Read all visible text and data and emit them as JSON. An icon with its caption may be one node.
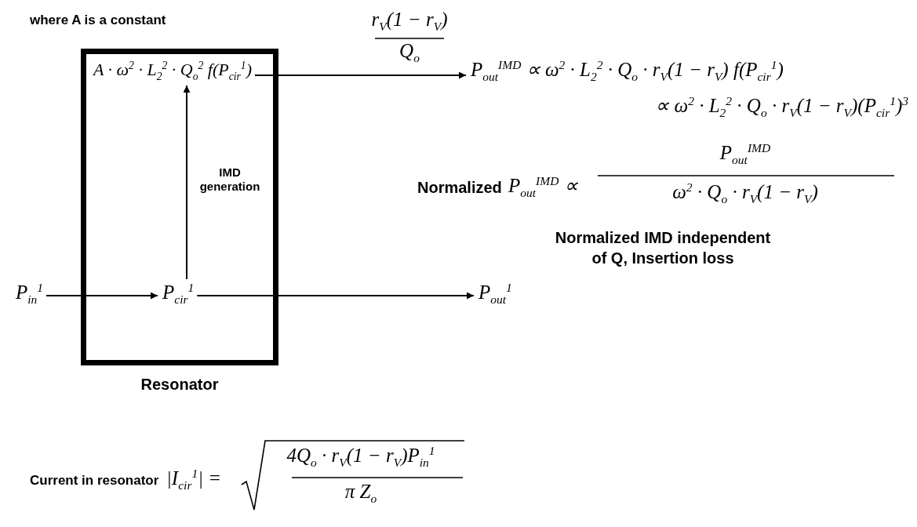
{
  "diagram": {
    "nodes": [
      {
        "text": [
          "Resonator"
        ]
      },
      {
        "text": [
          "A · ω$^{2}$ · L$_{2}$$^{2}$ · Q$_{o}$$^{2}$ f(P$_{cir}$$^{1}$)"
        ],
        "in": 0
      },
      {
        "text": [
          "P$_{cir}$$^{1}$"
        ],
        "in": 0
      },
      {
        "text": [
          "P$_{in}$$^{1}$"
        ]
      },
      {
        "text": [
          "P$_{out}$$^{IMD}$ ∝ ω$^{2}$ · L$_{2}$$^{2}$ · Q$_{o}$ · r$_{V}$(1 − r$_{V}$) f(P$_{cir}$$^{1}$)",
          "∝ ω$^{2}$ · L$_{2}$$^{2}$ · Q$_{o}$ · r$_{V}$(1 − r$_{V}$)(P$_{cir}$$^{1}$)$^{3}$"
        ]
      },
      {
        "text": [
          "P$_{out}$$^{1}$"
        ]
      }
    ],
    "edges": [
      {
        "from": 3,
        "to": 2,
        "arrow": "to"
      },
      {
        "from": 2,
        "to": 1,
        "arrow": "to",
        "label": "IMD generation"
      },
      {
        "from": 1,
        "to": 4,
        "arrow": "to"
      },
      {
        "from": 2,
        "to": 5,
        "arrow": "to"
      }
    ],
    "labels": [
      "where A is a constant",
      "r$_{V}$(1 − r$_{V}$)",
      "Q$_{o}$",
      "Normalized",
      "P$_{out}$$^{IMD}$ ∝",
      "P$_{out}$$^{IMD}$",
      "ω$^{2}$ · Q$_{o}$ · r$_{V}$(1 − r$_{V}$)",
      "Normalized IMD independent of Q, Insertion loss",
      "Current in resonator",
      "|I$_{cir}$$^{1}$| =",
      "4Q$_{o}$ · r$_{V}$(1 − r$_{V}$)P$_{in}$$^{1}$",
      "π Z$_{o}$"
    ]
  }
}
